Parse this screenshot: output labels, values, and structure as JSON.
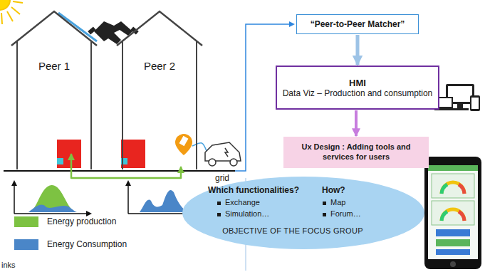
{
  "diagram": {
    "nodes": [
      {
        "text": [
          "Peer 1"
        ]
      },
      {
        "text": [
          "Peer 2"
        ]
      },
      {
        "text": [
          "“Peer-to-Peer Matcher”"
        ]
      },
      {
        "text": [
          "HMI",
          "Data Viz – Production and consumption"
        ]
      },
      {
        "text": [
          "Ux Design : Adding tools and services for users"
        ]
      },
      {
        "text": [
          "Which functionalities?",
          "Exchange",
          "Simulation…",
          "How?",
          "Map",
          "Forum…",
          "OBJECTIVE OF THE FOCUS GROUP"
        ]
      }
    ],
    "edges": [
      {
        "from": 0,
        "to": 1,
        "arrow": "both"
      },
      {
        "from": 2,
        "to": 3,
        "arrow": "to"
      },
      {
        "from": 3,
        "to": 4,
        "arrow": "to"
      }
    ],
    "labels": [
      "grid",
      "inks"
    ],
    "legend": [
      {
        "text": "Energy production",
        "color": "#7dc242"
      },
      {
        "text": "Energy Consumption",
        "color": "#4a86c8"
      }
    ]
  }
}
